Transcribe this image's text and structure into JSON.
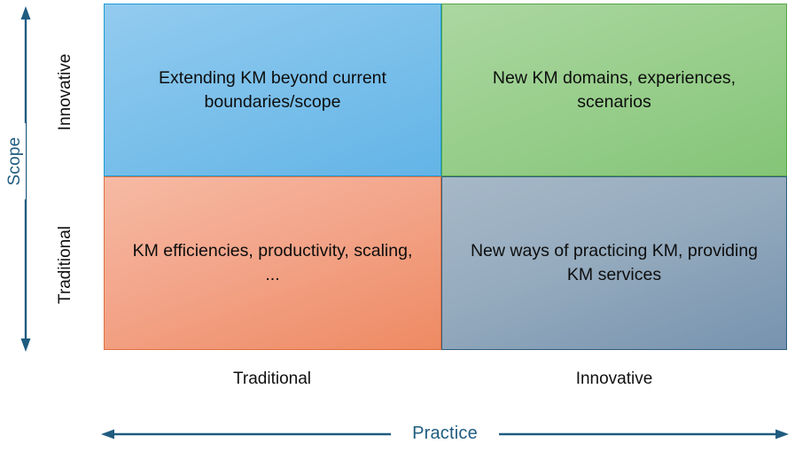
{
  "diagram": {
    "type": "2x2-matrix",
    "y_axis": {
      "title": "Scope",
      "arrow": "double-headed-vertical",
      "categories": [
        "Innovative",
        "Traditional"
      ]
    },
    "x_axis": {
      "title": "Practice",
      "arrow": "double-headed-horizontal",
      "categories": [
        "Traditional",
        "Innovative"
      ]
    },
    "quadrants": [
      {
        "id": "top-left",
        "scope": "Innovative",
        "practice": "Traditional",
        "text": "Extending KM beyond current boundaries/scope",
        "fill": "#7DC1EB",
        "border": "#1E9BD7"
      },
      {
        "id": "top-right",
        "scope": "Innovative",
        "practice": "Innovative",
        "text": "New KM domains, experiences, scenarios",
        "fill": "#98CE8C",
        "border": "#57A445"
      },
      {
        "id": "bottom-left",
        "scope": "Traditional",
        "practice": "Traditional",
        "text": "KM efficiencies, productivity, scaling, ...",
        "fill": "#F3A58A",
        "border": "#E0703E"
      },
      {
        "id": "bottom-right",
        "scope": "Traditional",
        "practice": "Innovative",
        "text": "New ways of practicing KM, providing KM services",
        "fill": "#95ABBE",
        "border": "#2E5E7E"
      }
    ],
    "axis_color": "#1F5C80"
  }
}
